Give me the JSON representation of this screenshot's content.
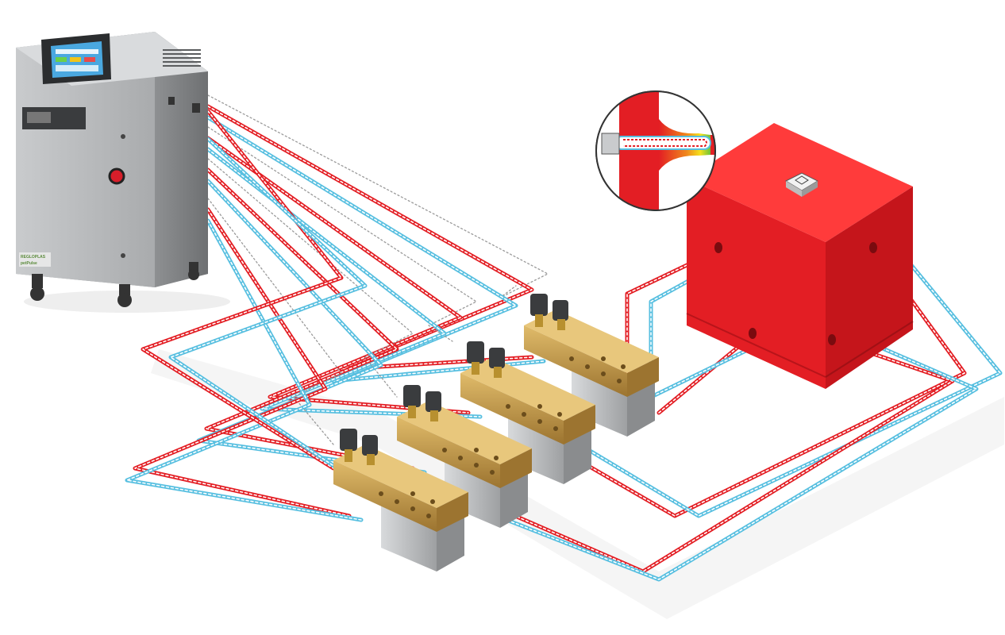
{
  "unit": {
    "brand_line1": "REGLOPLAS",
    "brand_line2": "petPulse"
  },
  "colors": {
    "hot_line": "#e31e24",
    "cold_line": "#57bfe0",
    "signal_line": "#9a9a9a",
    "mold_red": "#e31e24",
    "cabinet_gray": "#b5b7b9",
    "brass": "#c49a45"
  },
  "manifolds": [
    {
      "name": "valve-manifold-1"
    },
    {
      "name": "valve-manifold-2"
    },
    {
      "name": "valve-manifold-3"
    },
    {
      "name": "valve-manifold-4"
    }
  ],
  "mold": {
    "ports": 4
  },
  "inset": {
    "description_icon": "mold-channel-heat-inset"
  }
}
